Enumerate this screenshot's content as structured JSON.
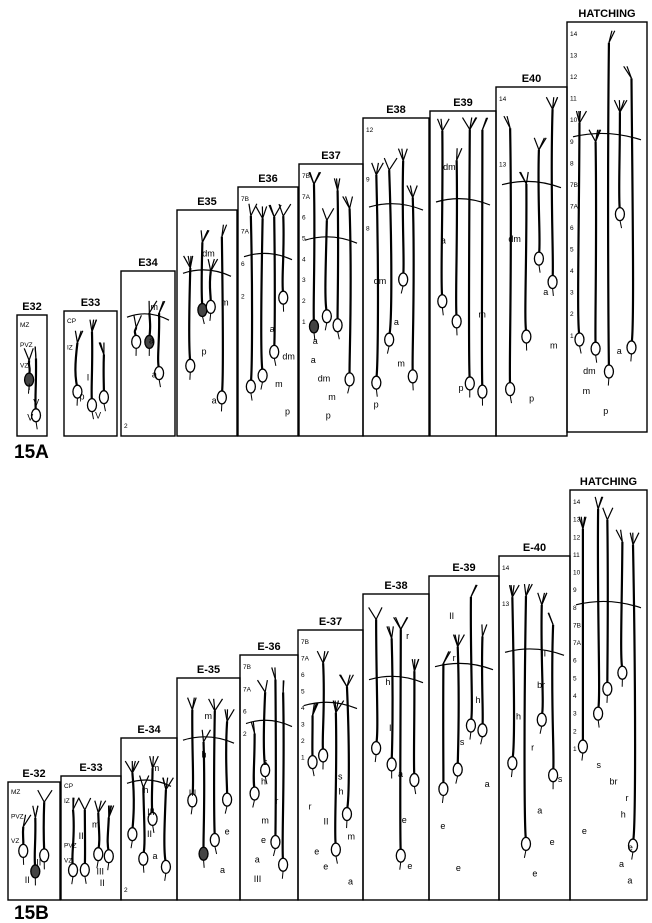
{
  "figure_a": {
    "label": "15A",
    "stages": [
      {
        "title": "E32",
        "labels": [
          "MZ",
          "PVZ",
          "VZ",
          "I",
          "V",
          "V"
        ]
      },
      {
        "title": "E33",
        "labels": [
          "CP",
          "IZ",
          "I",
          "p",
          "V"
        ]
      },
      {
        "title": "E34",
        "labels": [
          "m",
          "a",
          "a",
          "2"
        ]
      },
      {
        "title": "E35",
        "labels": [
          "dm",
          "m",
          "p",
          "a"
        ]
      },
      {
        "title": "E36",
        "labels": [
          "7B",
          "7A",
          "6",
          "2",
          "a",
          "dm",
          "m",
          "p"
        ]
      },
      {
        "title": "E37",
        "labels": [
          "7B",
          "7A",
          "6",
          "5",
          "4",
          "3",
          "2",
          "1",
          "a",
          "a",
          "dm",
          "m",
          "p"
        ]
      },
      {
        "title": "E38",
        "labels": [
          "12",
          "9",
          "8",
          "dm",
          "a",
          "m",
          "p"
        ]
      },
      {
        "title": "E39",
        "labels": [
          "dm",
          "a",
          "m",
          "p"
        ]
      },
      {
        "title": "E40",
        "labels": [
          "14",
          "13",
          "dm",
          "a",
          "m",
          "p"
        ]
      },
      {
        "title": "HATCHING",
        "labels": [
          "14",
          "13",
          "12",
          "11",
          "10",
          "9",
          "8",
          "7B",
          "7A",
          "6",
          "5",
          "4",
          "3",
          "2",
          "1",
          "a",
          "dm",
          "m",
          "p"
        ]
      }
    ]
  },
  "figure_b": {
    "label": "15B",
    "stages": [
      {
        "title": "E-32",
        "labels": [
          "MZ",
          "PVZ",
          "VZ",
          "II",
          "II"
        ]
      },
      {
        "title": "E-33",
        "labels": [
          "CP",
          "IZ",
          "m",
          "II",
          "PVZ",
          "VZ",
          "III",
          "II"
        ]
      },
      {
        "title": "E-34",
        "labels": [
          "m",
          "h",
          "III",
          "II",
          "a",
          "2"
        ]
      },
      {
        "title": "E-35",
        "labels": [
          "m",
          "h",
          "III",
          "e",
          "a"
        ]
      },
      {
        "title": "E-36",
        "labels": [
          "7B",
          "7A",
          "6",
          "2",
          "s",
          "h",
          "r",
          "m",
          "e",
          "a",
          "III"
        ]
      },
      {
        "title": "E-37",
        "labels": [
          "7B",
          "7A",
          "6",
          "5",
          "4",
          "3",
          "2",
          "1",
          "s",
          "h",
          "r",
          "II",
          "m",
          "e",
          "e",
          "a"
        ]
      },
      {
        "title": "E-38",
        "labels": [
          "r",
          "h",
          "II",
          "a",
          "e",
          "e"
        ]
      },
      {
        "title": "E-39",
        "labels": [
          "II",
          "r",
          "h",
          "s",
          "a",
          "e",
          "e"
        ]
      },
      {
        "title": "E-40",
        "labels": [
          "14",
          "13",
          "II",
          "br",
          "h",
          "r",
          "s",
          "a",
          "e",
          "e"
        ]
      },
      {
        "title": "HATCHING",
        "labels": [
          "14",
          "13",
          "12",
          "11",
          "10",
          "9",
          "8",
          "7B",
          "7A",
          "6",
          "5",
          "4",
          "3",
          "2",
          "1",
          "s",
          "br",
          "r",
          "h",
          "e",
          "e",
          "a",
          "a"
        ]
      }
    ]
  }
}
